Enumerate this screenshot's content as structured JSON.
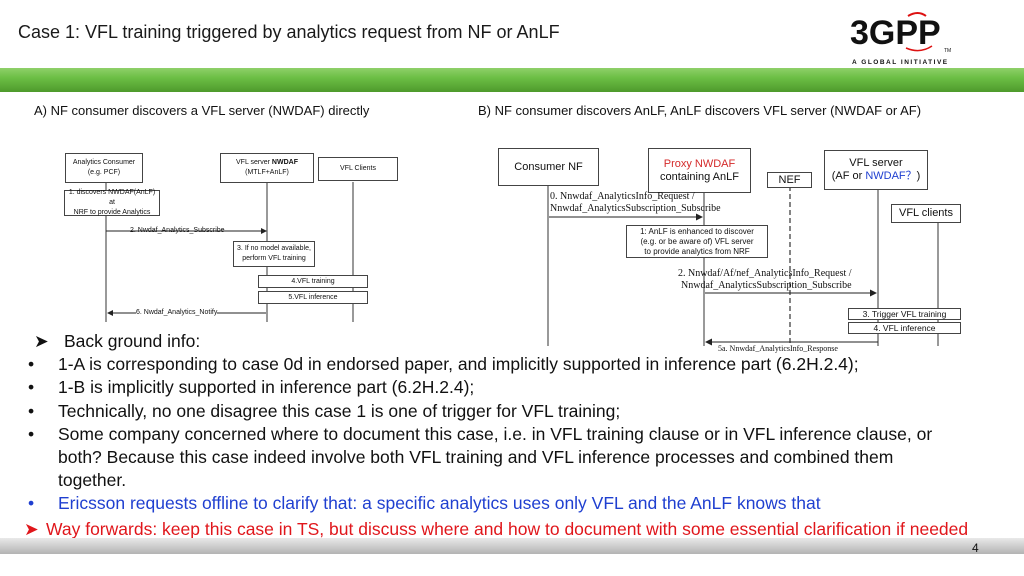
{
  "title": "Case 1:  VFL training triggered by analytics request from NF or AnLF",
  "logo": {
    "main": "3GPP",
    "sub": "A GLOBAL INITIATIVE",
    "tm": "TM"
  },
  "subtitles": {
    "a": "A) NF consumer discovers a VFL server (NWDAF) directly",
    "b": "B) NF consumer discovers AnLF, AnLF discovers VFL server (NWDAF or AF)"
  },
  "diagram_a": {
    "consumer_line1": "Analytics Consumer",
    "consumer_line2": "(e.g. PCF)",
    "server_line1_prefix": "VFL server ",
    "server_line1_bold": "NWDAF",
    "server_line2": "(MTLF+AnLF)",
    "clients": "VFL Clients",
    "step1_line1": "1. discovers NWDAF(AnLF) at",
    "step1_line2": "NRF to provide Analytics",
    "step2": "2. Nwdaf_Analytics_Subscribe",
    "step3_line1": "3. If no model available,",
    "step3_line2": "perform VFL training",
    "step4": "4.VFL training",
    "step5": "5.VFL inference",
    "step6": "6. Nwdaf_Analytics_Notify"
  },
  "diagram_b": {
    "consumer": "Consumer NF",
    "proxy_line1": "Proxy NWDAF",
    "proxy_line2": "containing AnLF",
    "nef": "NEF",
    "server_line1": "VFL server",
    "server_line2_prefix": "(AF or ",
    "server_line2_blue": "NWDAF？",
    "server_line2_suffix": ")",
    "clients": "VFL clients",
    "step0_line1": "0. Nnwdaf_AnalyticsInfo_Request /",
    "step0_line2": "Nnwdaf_AnalyticsSubscription_Subscribe",
    "step1_line1": "1: AnLF is enhanced to discover",
    "step1_line2": "(e.g. or be aware of) VFL server",
    "step1_line3": "to provide analytics from NRF",
    "step2_line1": "2. Nnwdaf/Af/nef_AnalyticsInfo_Request /",
    "step2_line2": "Nnwdaf_AnalyticsSubscription_Subscribe",
    "step3": "3. Trigger VFL training",
    "step4": "4. VFL inference",
    "step5a": "5a. Nnwdaf_AnalyticsInfo_Response"
  },
  "background": {
    "heading": "Back ground info:",
    "bullets": [
      "1-A is corresponding to case 0d in endorsed paper, and implicitly supported in inference part (6.2H.2.4);",
      "1-B is implicitly supported in inference part (6.2H.2.4);",
      "Technically, no one disagree this case 1 is one of trigger for VFL training;",
      "Some company concerned where to document this case, i.e. in VFL training clause or in VFL inference clause, or both? Because this case indeed involve both VFL training and VFL inference processes and combined them together.",
      "Ericsson requests offline to clarify that: a specific analytics uses only VFL and the AnLF knows that"
    ],
    "way_forward": "Way forwards: keep this case in TS, but discuss where and how to document with some essential clarification if needed"
  },
  "page_number": "4",
  "colors": {
    "green": "#6cbf45",
    "blue": "#1f3fd0",
    "red": "#e0161b",
    "proxy_red": "#d42a2a"
  }
}
